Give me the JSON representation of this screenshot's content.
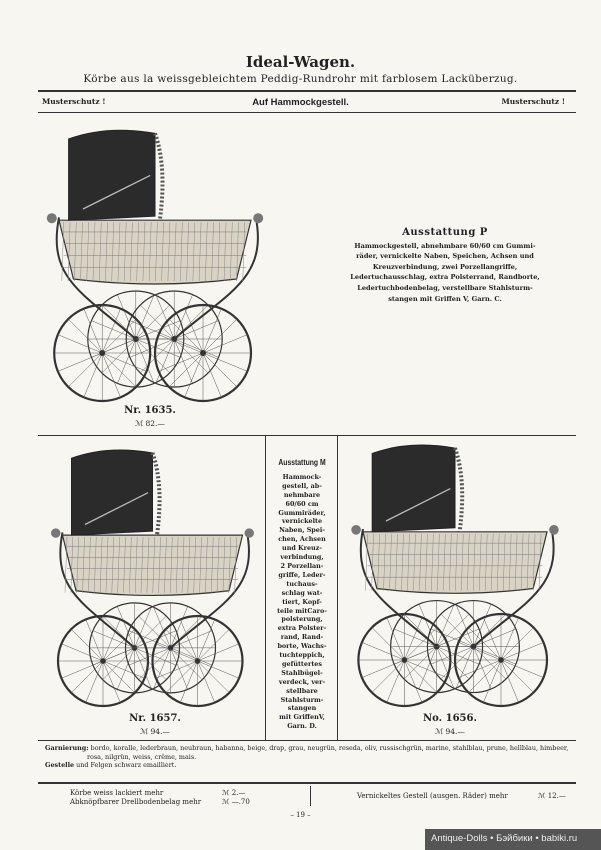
{
  "header": {
    "title": "Ideal-Wagen.",
    "subtitle": "Körbe aus la weissgebleichtem Peddig-Rundrohr mit farblosem Lacküberzug.",
    "musterschutz_left": "Musterschutz !",
    "center": "Auf Hammockgestell.",
    "musterschutz_right": "Musterschutz !"
  },
  "products": [
    {
      "number": "Nr. 1635.",
      "price": "ℳ 82.—"
    },
    {
      "number": "Nr. 1657.",
      "price": "ℳ 94.—"
    },
    {
      "number": "No. 1656.",
      "price": "ℳ 94.—"
    }
  ],
  "ausstattung_p": {
    "title": "Ausstattung P",
    "lines": [
      "Hammockgestell, abnehmbare 60/60 cm Gummi-",
      "räder, vernickelte Naben, Speichen, Achsen und",
      "Kreuzverbindung, zwei Porzellangriffe,",
      "Ledertuchausschlag, extra Polsterrand, Randborte,",
      "Ledertuchbodenbelag, verstellbare Stahlsturm-",
      "stangen mit Griffen V, Garn. C."
    ]
  },
  "ausstattung_m": {
    "title": "Ausstattung M",
    "lines": [
      "Hammock-",
      "gestell, ab-",
      "nehmbare",
      "60/60 cm",
      "Gummiräder,",
      "vernickelte",
      "Naben, Spei-",
      "chen, Achsen",
      "und Kreuz-",
      "verbindung,",
      "2 Porzellan-",
      "griffe, Leder-",
      "tuchaus-",
      "schlag wat-",
      "tiert, Kopf-",
      "teile mitCaro-",
      "polsterung,",
      "extra Polster-",
      "rand, Rand-",
      "borte, Wachs-",
      "tuchteppich,",
      "gefüttertes",
      "Stahlbügel-",
      "verdeck, ver-",
      "stellbare",
      "Stahlsturm-",
      "stangen",
      "mit GriffenV,",
      "Garn. D."
    ]
  },
  "garnierung": {
    "label": "Garnierung:",
    "text": "bordo, koralle, lederbraun, neubraun, habanna, beige, drap, grau, neugrün, reseda, oliv, russischgrün, marine, stahlblau, prune, hellblau, himbeer, rosa, nilgrün, weiss, crême, mais.",
    "gestelle_label": "Gestelle",
    "gestelle_text": "und Felgen schwarz emailliert."
  },
  "extras": [
    {
      "label": "Körbe weiss lackiert mehr",
      "price": "ℳ 2.—"
    },
    {
      "label": "Abknöpfbarer Drellbodenbelag mehr",
      "price": "ℳ —.70"
    },
    {
      "label": "Vernickeltes Gestell (ausgen. Räder) mehr",
      "price": "ℳ 12.—"
    }
  ],
  "page_number": "– 19 –",
  "watermark": "Antique-Dolls • Бэйбики • babiki.ru"
}
